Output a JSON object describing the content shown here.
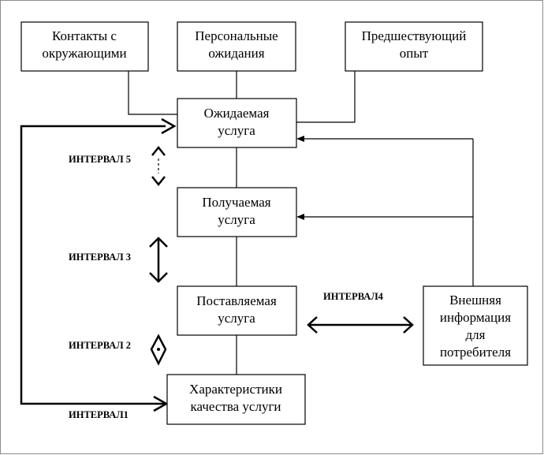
{
  "boxes": {
    "contacts": [
      "Контакты с",
      "окружающими"
    ],
    "personal": [
      "Персональные",
      "ожидания"
    ],
    "prior": [
      "Предшествующий",
      "опыт"
    ],
    "expected": [
      "Ожидаемая",
      "услуга"
    ],
    "received": [
      "Получаемая",
      "услуга"
    ],
    "delivered": [
      "Поставляемая",
      "услуга"
    ],
    "quality": [
      "Характеристики",
      "качества услуги"
    ],
    "external": [
      "Внешняя",
      "информация",
      "для",
      "потребителя"
    ]
  },
  "intervals": {
    "i5": "ИНТЕРВАЛ 5",
    "i3": "ИНТЕРВАЛ 3",
    "i2": "ИНТЕРВАЛ 2",
    "i1": "ИНТЕРВАЛ1",
    "i4": "ИНТЕРВАЛ4"
  },
  "colors": {
    "line": "#000000",
    "background": "#ffffff",
    "border": "#8c8c8c"
  }
}
